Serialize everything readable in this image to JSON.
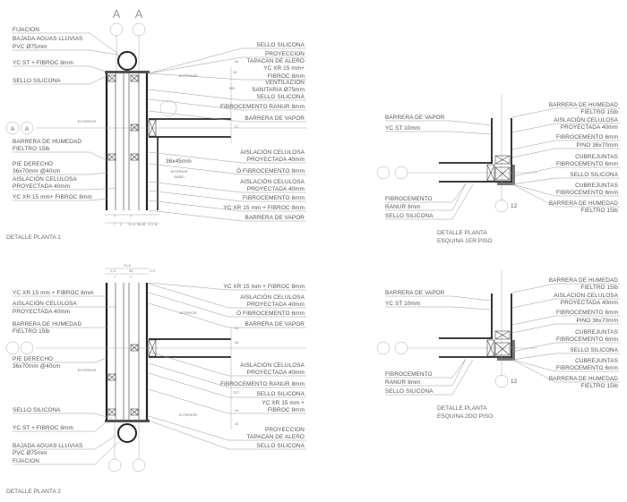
{
  "detail1": {
    "title": "DETALLE PLANTA 1",
    "markers": [
      "A",
      "A"
    ],
    "left": [
      "FIJACION",
      "BAJADA AGUAS LLUVIAS",
      "PVC Ø75mm",
      "YC ST + FIBROC 8mm",
      "SELLO SILICONA",
      "BARRERA DE HUMEDAD",
      "FIELTRO 15lb",
      "PIE DERECHO",
      "36x70mm @40cm",
      "AISLACIÓN CELULOSA",
      "PROYECTADA 40mm",
      "YC XR 15 mm+ FIBROC 8mm"
    ],
    "right": [
      "SELLO SILICONA",
      "PROYECCION",
      "TAPACAN DE ALERO",
      "YC XR 15 mm+",
      "FIBROC 8mm",
      "VENTILACION",
      "SANITARIA Ø75mm",
      "SELLO SILICONA",
      "FIBROCEMENTO RANUR 8mm",
      "BARRERA DE VAPOR",
      "AISLACIÓN CELULOSA",
      "PROYECTADA 40mm",
      "Ó FIBROCEMENTO 8mm",
      "AISLACIÓN CELULOSA",
      "PROYECTADA 40mm",
      "FIBROCEMENTO 6mm",
      "YC XR 15 mm + FIBROC 8mm",
      "BARRERA DE VAPOR"
    ],
    "notes": [
      "EXTERIOR",
      "EXTERIOR",
      "INTERIOR",
      "BAÑO",
      "36x45mm"
    ],
    "dims": [
      "7",
      "7",
      "2",
      "21.6",
      "30",
      "45",
      "2.3",
      "6",
      "500",
      "24",
      "15",
      "17"
    ]
  },
  "detail2": {
    "title": "DETALLE PLANTA 2",
    "left": [
      "YC XR 15 mm + FIBROC 8mm",
      "AISLACIÓN CELULOSA",
      "PROYECTADA 40mm",
      "BARRERA DE HUMEDAD",
      "FIELTRO 15lb",
      "PIE DERECHO",
      "36x70mm @40cm",
      "SELLO SILICONA",
      "YC ST + FIBROC 8mm",
      "BAJADA AGUAS LLUVIAS",
      "PVC Ø75mm",
      "FIJACION"
    ],
    "right": [
      "YC XR 15 mm + FIBROC 8mm",
      "AISLACIÓN CELULOSA",
      "PROYECTADA 40mm",
      "Ó FIBROCEMENTO 6mm",
      "BARRERA DE VAPOR",
      "AISLACIÓN CELULOSA",
      "PROYECTADA 40mm",
      "FIBROCEMENTO RANUR 8mm",
      "SELLO SILICONA",
      "YC XR 15 mm +",
      "FIBROC 8mm",
      "PROYECCION",
      "TAPACAN DE ALERO",
      "SELLO SILICONA"
    ],
    "notes": [
      "INTERIOR",
      "EXTERIOR",
      "EXTERIOR"
    ],
    "dims": [
      "21.6",
      "2.3",
      "30",
      "2.3",
      "7",
      "7",
      "10",
      "18",
      "217",
      "24",
      "15"
    ]
  },
  "detail3": {
    "title": [
      "DETALLE PLANTA",
      "ESQUINA 1ER PISO"
    ],
    "left": [
      "BARRERA DE VAPOR",
      "YC ST 10mm",
      "FIBROCEMENTO",
      "RANUR 8mm",
      "SELLO SILICONA"
    ],
    "right": [
      "BARRERA DE HUMEDAD",
      "FIELTRO 15lb",
      "AISLACIÓN CELULOSA",
      "PROYECTADA 40mm",
      "FIBROCEMENTO 6mm",
      "PINO 36x70mm",
      "CUBREJUNTAS",
      "FIBROCEMENTO 6mm",
      "SELLO SILICONA",
      "CUBREJUNTAS",
      "FIBROCEMENTO 6mm",
      "BARRERA DE HUMEDAD",
      "FIELTRO 15lb"
    ],
    "marker": "12"
  },
  "detail4": {
    "title": [
      "DETALLE PLANTA",
      "ESQUINA 2DO PISO"
    ],
    "left": [
      "BARRERA DE VAPOR",
      "YC ST 10mm",
      "FIBROCEMENTO",
      "RANUR 8mm",
      "SELLO SILICONA"
    ],
    "right": [
      "BARRERA DE HUMEDAD",
      "FIELTRO 15lb",
      "AISLACIÓN CELULOSA",
      "PROYECTADA 40mm",
      "FIBROCEMENTO 6mm",
      "PINO 36x70mm",
      "CUBREJUNTAS",
      "FIBROCEMENTO 6mm",
      "SELLO SILICONA",
      "CUBREJUNTAS",
      "FIBROCEMENTO 6mm",
      "BARRERA DE HUMEDAD",
      "FIELTRO 15lb"
    ],
    "marker": "12"
  }
}
